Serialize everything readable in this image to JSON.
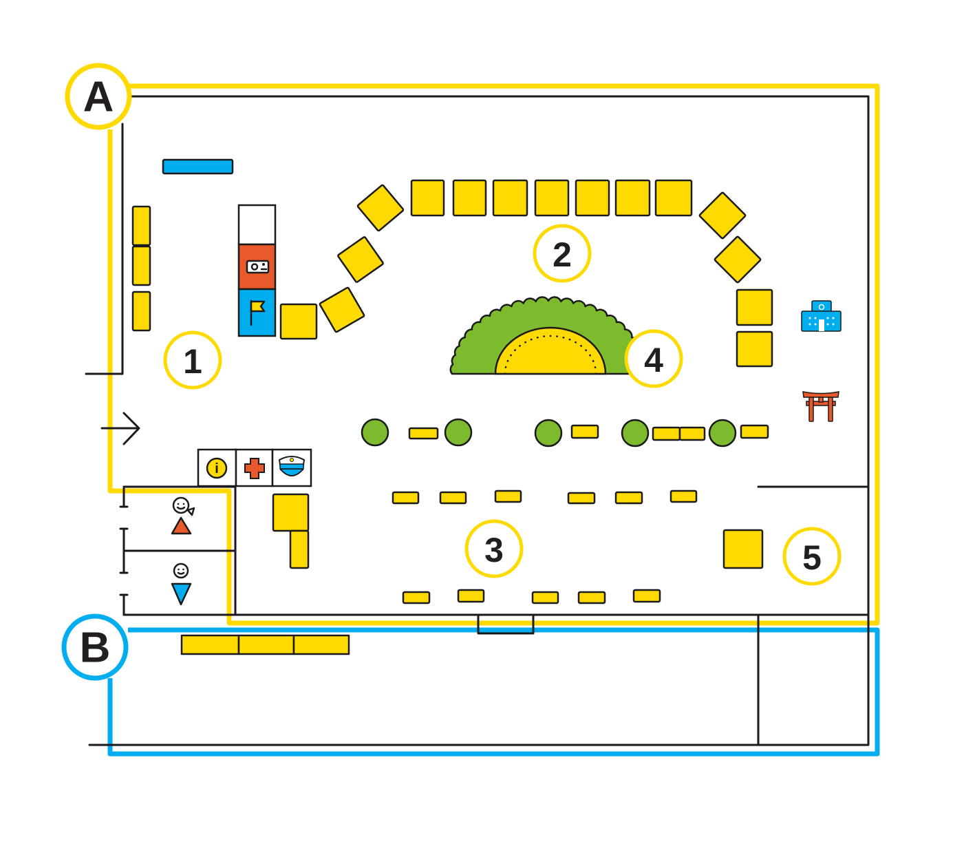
{
  "map": {
    "zones": [
      {
        "label": "A",
        "color": "#FFDA00"
      },
      {
        "label": "B",
        "color": "#00AEEF"
      }
    ],
    "areas": [
      "1",
      "2",
      "3",
      "4",
      "5"
    ],
    "info_glyph": "i"
  },
  "colors": {
    "yellow": "#FFDA00",
    "blue": "#00AEEF",
    "orange": "#E8592B",
    "green": "#7DBA2E",
    "ink": "#1a1a1a"
  },
  "icons": [
    "entrance-arrow-icon",
    "info-icon",
    "first-aid-icon",
    "security-cap-icon",
    "camera-icon",
    "flag-icon",
    "school-icon",
    "torii-gate-icon",
    "female-restroom-icon",
    "male-restroom-icon"
  ]
}
